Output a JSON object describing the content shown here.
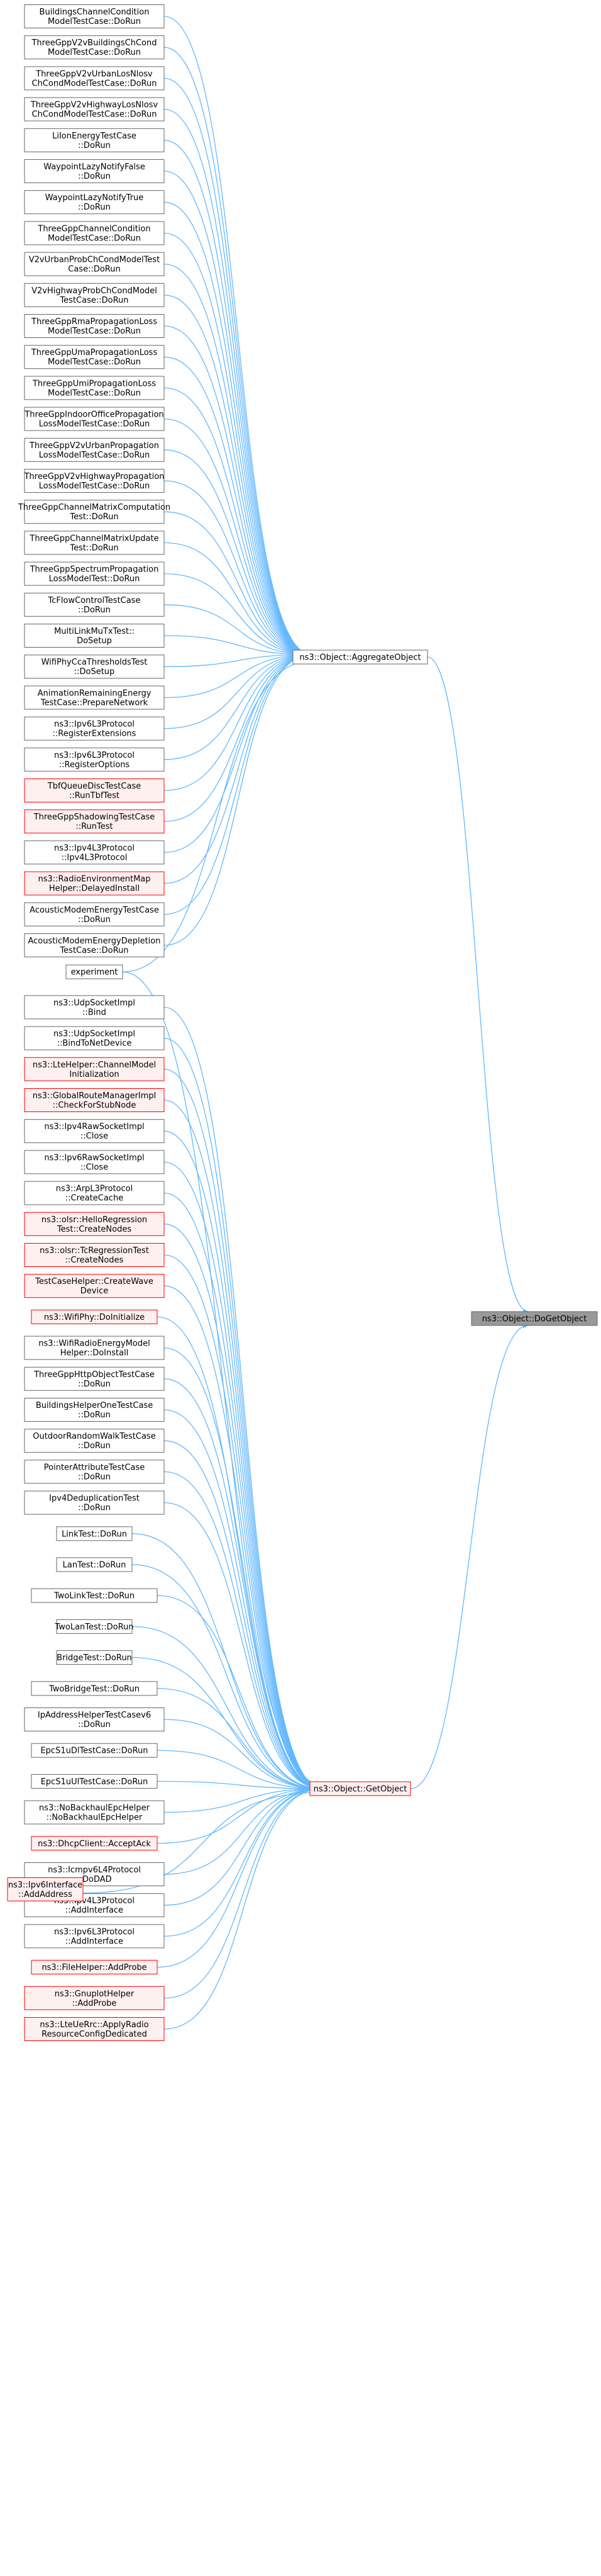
{
  "colors": {
    "edge": "#63b8ff",
    "node_border": "#666666",
    "node_fill": "#ffffff",
    "red_border": "#ff0000",
    "red_fill": "#fff0f0",
    "root_fill": "#999999",
    "root_border": "#666666"
  },
  "root": {
    "label": "ns3::Object::DoGetObject"
  },
  "hubs": [
    {
      "id": "aggregate",
      "label": "ns3::Object::AggregateObject",
      "red": false
    },
    {
      "id": "getobject",
      "label": "ns3::Object::GetObject",
      "red": true
    }
  ],
  "aggregate_callers": [
    {
      "lines": [
        "BuildingsChannelCondition",
        "ModelTestCase::DoRun"
      ],
      "red": false
    },
    {
      "lines": [
        "ThreeGppV2vBuildingsChCond",
        "ModelTestCase::DoRun"
      ],
      "red": false
    },
    {
      "lines": [
        "ThreeGppV2vUrbanLosNlosv",
        "ChCondModelTestCase::DoRun"
      ],
      "red": false
    },
    {
      "lines": [
        "ThreeGppV2vHighwayLosNlosv",
        "ChCondModelTestCase::DoRun"
      ],
      "red": false
    },
    {
      "lines": [
        "LiIonEnergyTestCase",
        "::DoRun"
      ],
      "red": false
    },
    {
      "lines": [
        "WaypointLazyNotifyFalse",
        "::DoRun"
      ],
      "red": false
    },
    {
      "lines": [
        "WaypointLazyNotifyTrue",
        "::DoRun"
      ],
      "red": false
    },
    {
      "lines": [
        "ThreeGppChannelCondition",
        "ModelTestCase::DoRun"
      ],
      "red": false
    },
    {
      "lines": [
        "V2vUrbanProbChCondModelTest",
        "Case::DoRun"
      ],
      "red": false
    },
    {
      "lines": [
        "V2vHighwayProbChCondModel",
        "TestCase::DoRun"
      ],
      "red": false
    },
    {
      "lines": [
        "ThreeGppRmaPropagationLoss",
        "ModelTestCase::DoRun"
      ],
      "red": false
    },
    {
      "lines": [
        "ThreeGppUmaPropagationLoss",
        "ModelTestCase::DoRun"
      ],
      "red": false
    },
    {
      "lines": [
        "ThreeGppUmiPropagationLoss",
        "ModelTestCase::DoRun"
      ],
      "red": false
    },
    {
      "lines": [
        "ThreeGppIndoorOfficePropagation",
        "LossModelTestCase::DoRun"
      ],
      "red": false
    },
    {
      "lines": [
        "ThreeGppV2vUrbanPropagation",
        "LossModelTestCase::DoRun"
      ],
      "red": false
    },
    {
      "lines": [
        "ThreeGppV2vHighwayPropagation",
        "LossModelTestCase::DoRun"
      ],
      "red": false
    },
    {
      "lines": [
        "ThreeGppChannelMatrixComputation",
        "Test::DoRun"
      ],
      "red": false
    },
    {
      "lines": [
        "ThreeGppChannelMatrixUpdate",
        "Test::DoRun"
      ],
      "red": false
    },
    {
      "lines": [
        "ThreeGppSpectrumPropagation",
        "LossModelTest::DoRun"
      ],
      "red": false
    },
    {
      "lines": [
        "TcFlowControlTestCase",
        "::DoRun"
      ],
      "red": false
    },
    {
      "lines": [
        "MultiLinkMuTxTest::",
        "DoSetup"
      ],
      "red": false
    },
    {
      "lines": [
        "WifiPhyCcaThresholdsTest",
        "::DoSetup"
      ],
      "red": false
    },
    {
      "lines": [
        "AnimationRemainingEnergy",
        "TestCase::PrepareNetwork"
      ],
      "red": false
    },
    {
      "lines": [
        "ns3::Ipv6L3Protocol",
        "::RegisterExtensions"
      ],
      "red": false
    },
    {
      "lines": [
        "ns3::Ipv6L3Protocol",
        "::RegisterOptions"
      ],
      "red": false
    },
    {
      "lines": [
        "TbfQueueDiscTestCase",
        "::RunTbfTest"
      ],
      "red": true
    },
    {
      "lines": [
        "ThreeGppShadowingTestCase",
        "::RunTest"
      ],
      "red": true
    },
    {
      "lines": [
        "ns3::Ipv4L3Protocol",
        "::Ipv4L3Protocol"
      ],
      "red": false
    },
    {
      "lines": [
        "ns3::RadioEnvironmentMap",
        "Helper::DelayedInstall"
      ],
      "red": true
    },
    {
      "lines": [
        "AcousticModemEnergyTestCase",
        "::DoRun"
      ],
      "red": false
    },
    {
      "lines": [
        "AcousticModemEnergyDepletion",
        "TestCase::DoRun"
      ],
      "red": false
    }
  ],
  "shared_caller": {
    "lines": [
      "experiment"
    ],
    "red": false
  },
  "getobject_callers": [
    {
      "lines": [
        "ns3::UdpSocketImpl",
        "::Bind"
      ],
      "red": false
    },
    {
      "lines": [
        "ns3::UdpSocketImpl",
        "::BindToNetDevice"
      ],
      "red": false
    },
    {
      "lines": [
        "ns3::LteHelper::ChannelModel",
        "Initialization"
      ],
      "red": true
    },
    {
      "lines": [
        "ns3::GlobalRouteManagerImpl",
        "::CheckForStubNode"
      ],
      "red": true
    },
    {
      "lines": [
        "ns3::Ipv4RawSocketImpl",
        "::Close"
      ],
      "red": false
    },
    {
      "lines": [
        "ns3::Ipv6RawSocketImpl",
        "::Close"
      ],
      "red": false
    },
    {
      "lines": [
        "ns3::ArpL3Protocol",
        "::CreateCache"
      ],
      "red": false
    },
    {
      "lines": [
        "ns3::olsr::HelloRegression",
        "Test::CreateNodes"
      ],
      "red": true
    },
    {
      "lines": [
        "ns3::olsr::TcRegressionTest",
        "::CreateNodes"
      ],
      "red": true
    },
    {
      "lines": [
        "TestCaseHelper::CreateWave",
        "Device"
      ],
      "red": true
    },
    {
      "lines": [
        "ns3::WifiPhy::DoInitialize"
      ],
      "red": true
    },
    {
      "lines": [
        "ns3::WifiRadioEnergyModel",
        "Helper::DoInstall"
      ],
      "red": false
    },
    {
      "lines": [
        "ThreeGppHttpObjectTestCase",
        "::DoRun"
      ],
      "red": false
    },
    {
      "lines": [
        "BuildingsHelperOneTestCase",
        "::DoRun"
      ],
      "red": false
    },
    {
      "lines": [
        "OutdoorRandomWalkTestCase",
        "::DoRun"
      ],
      "red": false
    },
    {
      "lines": [
        "PointerAttributeTestCase",
        "::DoRun"
      ],
      "red": false
    },
    {
      "lines": [
        "Ipv4DeduplicationTest",
        "::DoRun"
      ],
      "red": false
    },
    {
      "lines": [
        "LinkTest::DoRun"
      ],
      "red": false
    },
    {
      "lines": [
        "LanTest::DoRun"
      ],
      "red": false
    },
    {
      "lines": [
        "TwoLinkTest::DoRun"
      ],
      "red": false
    },
    {
      "lines": [
        "TwoLanTest::DoRun"
      ],
      "red": false
    },
    {
      "lines": [
        "BridgeTest::DoRun"
      ],
      "red": false
    },
    {
      "lines": [
        "TwoBridgeTest::DoRun"
      ],
      "red": false
    },
    {
      "lines": [
        "IpAddressHelperTestCasev6",
        "::DoRun"
      ],
      "red": false
    },
    {
      "lines": [
        "EpcS1uDlTestCase::DoRun"
      ],
      "red": false
    },
    {
      "lines": [
        "EpcS1uUlTestCase::DoRun"
      ],
      "red": false
    },
    {
      "lines": [
        "ns3::NoBackhaulEpcHelper",
        "::NoBackhaulEpcHelper"
      ],
      "red": false
    },
    {
      "lines": [
        "ns3::DhcpClient::AcceptAck"
      ],
      "red": true
    },
    {
      "lines": [
        "ns3::Icmpv6L4Protocol",
        "::DoDAD"
      ],
      "red": false
    },
    {
      "lines": [
        "ns3::Ipv4L3Protocol",
        "::AddInterface"
      ],
      "red": false
    },
    {
      "lines": [
        "ns3::Ipv6L3Protocol",
        "::AddInterface"
      ],
      "red": false
    },
    {
      "lines": [
        "ns3::FileHelper::AddProbe"
      ],
      "red": true
    },
    {
      "lines": [
        "ns3::GnuplotHelper",
        "::AddProbe"
      ],
      "red": true
    },
    {
      "lines": [
        "ns3::LteUeRrc::ApplyRadio",
        "ResourceConfigDedicated"
      ],
      "red": true
    }
  ],
  "left_node": {
    "lines": [
      "ns3::Ipv6Interface",
      "::AddAddress"
    ],
    "red": true
  }
}
